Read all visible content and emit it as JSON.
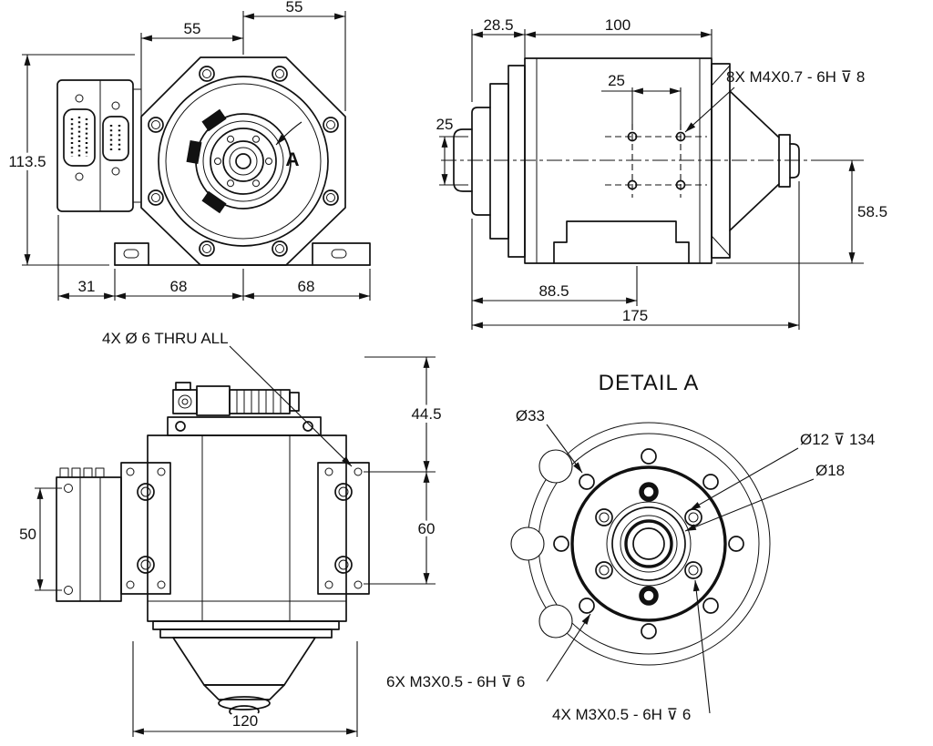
{
  "colors": {
    "ink": "#111111",
    "paper": "#ffffff"
  },
  "front_view": {
    "dim_width_left": "55",
    "dim_width_right": "55",
    "dim_height": "113.5",
    "dim_base_left": "31",
    "dim_base_mid": "68",
    "dim_base_right": "68",
    "detail_label": "A"
  },
  "side_view": {
    "dim_flange_depth": "28.5",
    "dim_body_length": "100",
    "dim_hole_spacing_h": "25",
    "dim_hole_spacing_v": "25",
    "thread_callout": "8X M4X0.7 - 6H ⊽ 8",
    "dim_center_height": "58.5",
    "dim_foot_position": "88.5",
    "dim_overall_length": "175"
  },
  "top_view": {
    "hole_callout": "4X Ø 6 THRU ALL",
    "dim_top_offset": "44.5",
    "dim_plate_holes": "60",
    "dim_connector_holes": "50",
    "dim_width": "120"
  },
  "detail_view": {
    "title": "DETAIL A",
    "dim_bolt_circle": "Ø33",
    "dim_bore": "Ø12 ⊽ 134",
    "dim_counterbore": "Ø18",
    "callout_6x": "6X M3X0.5 - 6H ⊽ 6",
    "callout_4x": "4X M3X0.5 - 6H ⊽ 6"
  }
}
